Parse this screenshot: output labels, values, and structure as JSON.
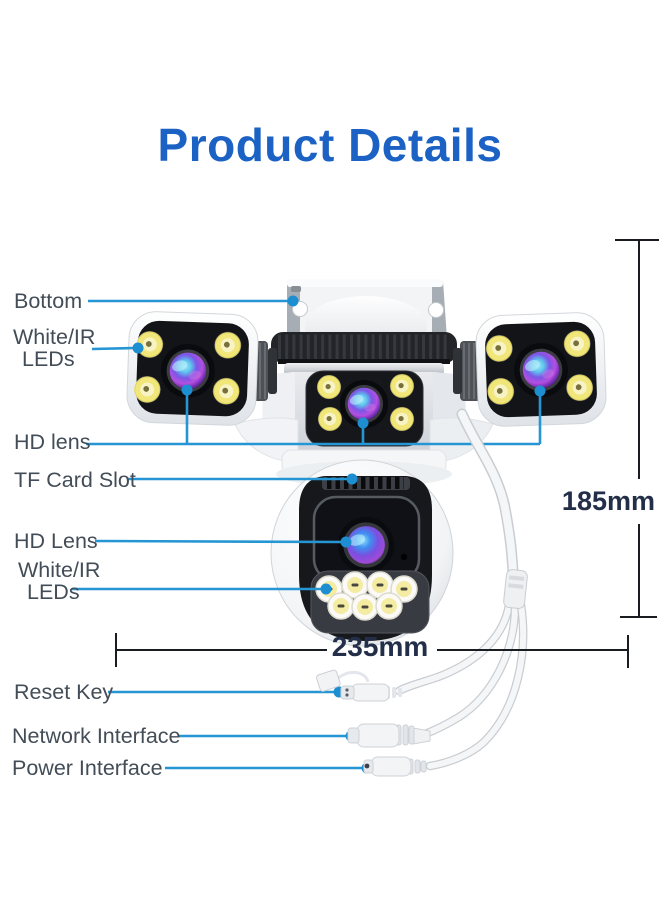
{
  "title": "Product Details",
  "labels": {
    "bottom": "Bottom",
    "white_ir_top_line1": "White/IR",
    "white_ir_top_line2": "LEDs",
    "hd_lens_top": "HD lens",
    "tf_card_slot": "TF Card Slot",
    "hd_lens_bottom": "HD Lens",
    "white_ir_bottom_line1": "White/IR",
    "white_ir_bottom_line2": "LEDs",
    "reset_key": "Reset Key",
    "network_interface": "Network Interface",
    "power_interface": "Power Interface"
  },
  "dimensions": {
    "height": "185mm",
    "width": "235mm"
  },
  "colors": {
    "title_blue": "#1b62c4",
    "label_gray": "#434d57",
    "leader_blue": "#2596d3",
    "dimension_navy": "#232e48"
  }
}
